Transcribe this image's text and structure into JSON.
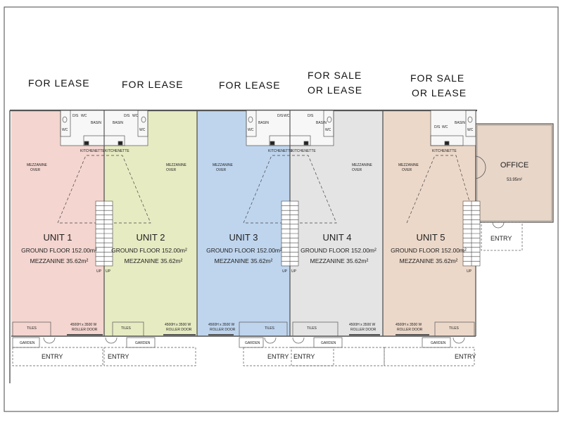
{
  "status_labels": {
    "u1": "FOR LEASE",
    "u2": "FOR LEASE",
    "u3": "FOR LEASE",
    "u4_line1": "FOR SALE",
    "u4_line2": "OR LEASE",
    "u5_line1": "FOR SALE",
    "u5_line2": "OR LEASE"
  },
  "units": [
    {
      "name": "UNIT 1",
      "ground": "GROUND FLOOR 152.00m²",
      "mezz": "MEZZANINE 35.62m²",
      "color": "#f4d5cf"
    },
    {
      "name": "UNIT 2",
      "ground": "GROUND FLOOR 152.00m²",
      "mezz": "MEZZANINE 35.62m²",
      "color": "#e7ebc2"
    },
    {
      "name": "UNIT 3",
      "ground": "GROUND FLOOR 152.00m²",
      "mezz": "MEZZANINE 35.62m²",
      "color": "#bfd5ee"
    },
    {
      "name": "UNIT 4",
      "ground": "GROUND FLOOR 152.00m²",
      "mezz": "MEZZANINE 35.62m²",
      "color": "#e4e4e4"
    },
    {
      "name": "UNIT 5",
      "ground": "GROUND FLOOR 152.00m²",
      "mezz": "MEZZANINE 35.62m²",
      "color": "#ecd8c9"
    }
  ],
  "office": {
    "title": "OFFICE",
    "area": "53.95m²",
    "color": "#e8d6c9"
  },
  "labels": {
    "mezzanine": "MEZZANINE",
    "over": "OVER",
    "kitchenette": "KITCHENETTE",
    "basin": "BASIN",
    "dis": "D/S",
    "wc": "WC",
    "up": "UP",
    "tiles": "TILES",
    "garden": "GARDEN",
    "entry": "ENTRY",
    "roller_size": "4500H x 3500 W",
    "roller_door": "ROLLER DOOR"
  }
}
